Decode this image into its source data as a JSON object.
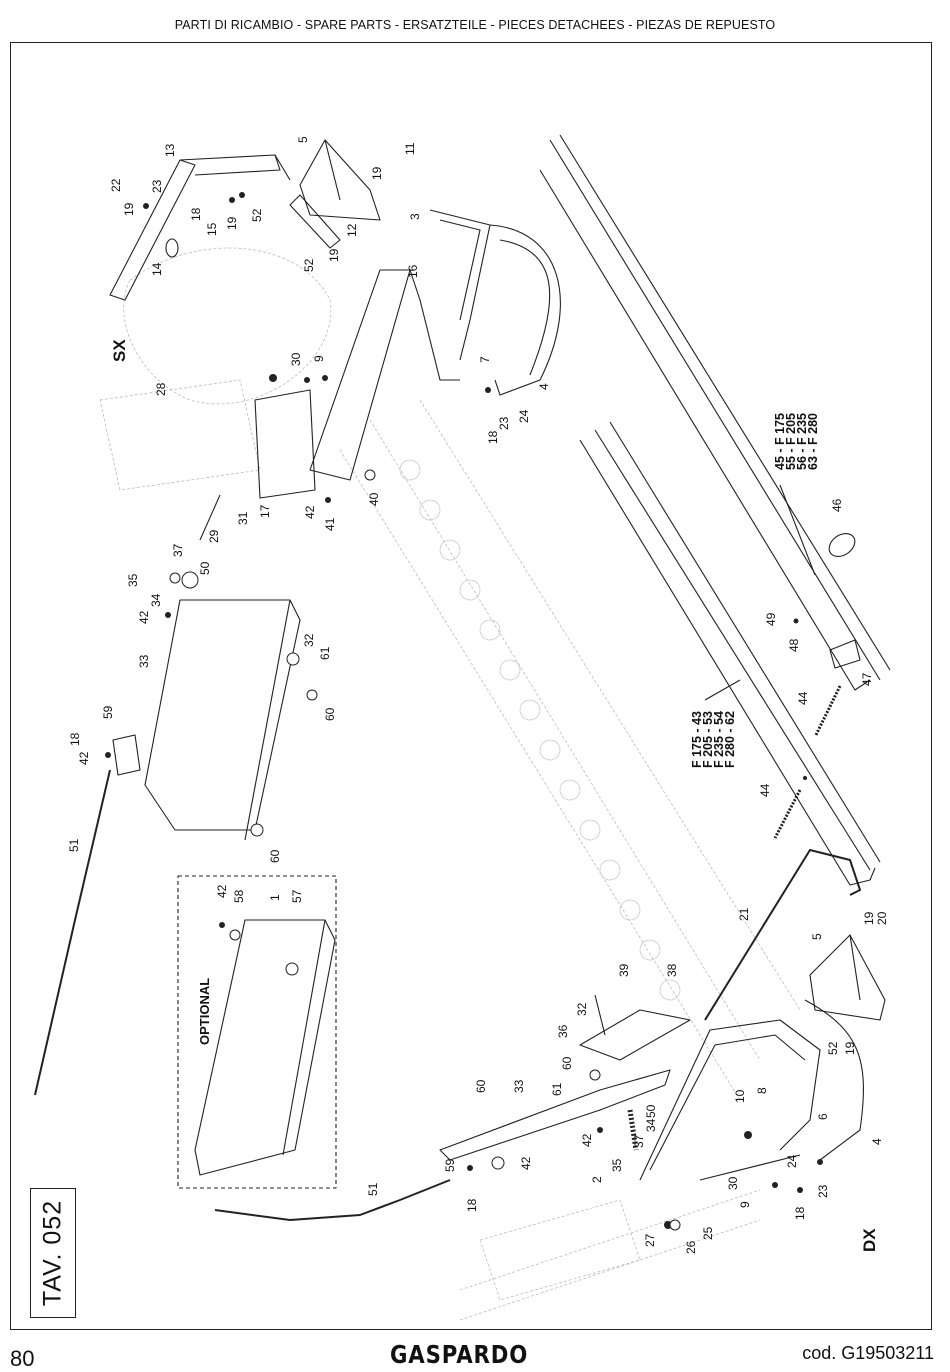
{
  "header": {
    "title": "PARTI DI RICAMBIO - SPARE PARTS - ERSATZTEILE - PIECES DETACHEES - PIEZAS DE REPUESTO"
  },
  "plate": {
    "table_label": "TAV. 052"
  },
  "labels": {
    "side_left": "SX",
    "side_right": "DX",
    "optional": "OPTIONAL",
    "sizes_upper": [
      "45 - F 175",
      "55 - F 205",
      "56 - F 235",
      "63 - F 280"
    ],
    "sizes_lower": [
      "F 175 - 43",
      "F 205 - 53",
      "F 235 - 54",
      "F 280 - 62"
    ]
  },
  "callouts": {
    "c1": "1",
    "c2": "2",
    "c3": "3",
    "c4a": "4",
    "c4b": "4",
    "c5a": "5",
    "c5b": "5",
    "c6": "6",
    "c7": "7",
    "c8": "8",
    "c9a": "9",
    "c9b": "9",
    "c10": "10",
    "c11": "11",
    "c12": "12",
    "c13": "13",
    "c14": "14",
    "c15": "15",
    "c16": "16",
    "c17": "17",
    "c18a": "18",
    "c18b": "18",
    "c18c": "18",
    "c18d": "18",
    "c18e": "18",
    "c19a": "19",
    "c19b": "19",
    "c19c": "19",
    "c19d": "19",
    "c19e": "19",
    "c19f": "19",
    "c20": "20",
    "c21": "21",
    "c22": "22",
    "c23a": "23",
    "c23b": "23",
    "c23c": "23",
    "c24a": "24",
    "c24b": "24",
    "c25": "25",
    "c26": "26",
    "c27": "27",
    "c28": "28",
    "c29": "29",
    "c30a": "30",
    "c30b": "30",
    "c31": "31",
    "c32a": "32",
    "c32b": "32",
    "c33a": "33",
    "c33b": "33",
    "c34a": "34",
    "c34b": "34",
    "c35a": "35",
    "c35b": "35",
    "c36": "36",
    "c37a": "37",
    "c37b": "37",
    "c38": "38",
    "c39": "39",
    "c40": "40",
    "c41": "41",
    "c42a": "42",
    "c42b": "42",
    "c42c": "42",
    "c42d": "42",
    "c42e": "42",
    "c42f": "42",
    "c44a": "44",
    "c44b": "44",
    "c46": "46",
    "c47": "47",
    "c48": "48",
    "c49": "49",
    "c50a": "50",
    "c50b": "50",
    "c51a": "51",
    "c51b": "51",
    "c52a": "52",
    "c52b": "52",
    "c52c": "52",
    "c57": "57",
    "c58": "58",
    "c59a": "59",
    "c59b": "59",
    "c60a": "60",
    "c60b": "60",
    "c60c": "60",
    "c60d": "60",
    "c61a": "61",
    "c61b": "61"
  },
  "footer": {
    "page_number": "80",
    "brand": "GASPARDO",
    "code": "cod.  G19503211"
  }
}
